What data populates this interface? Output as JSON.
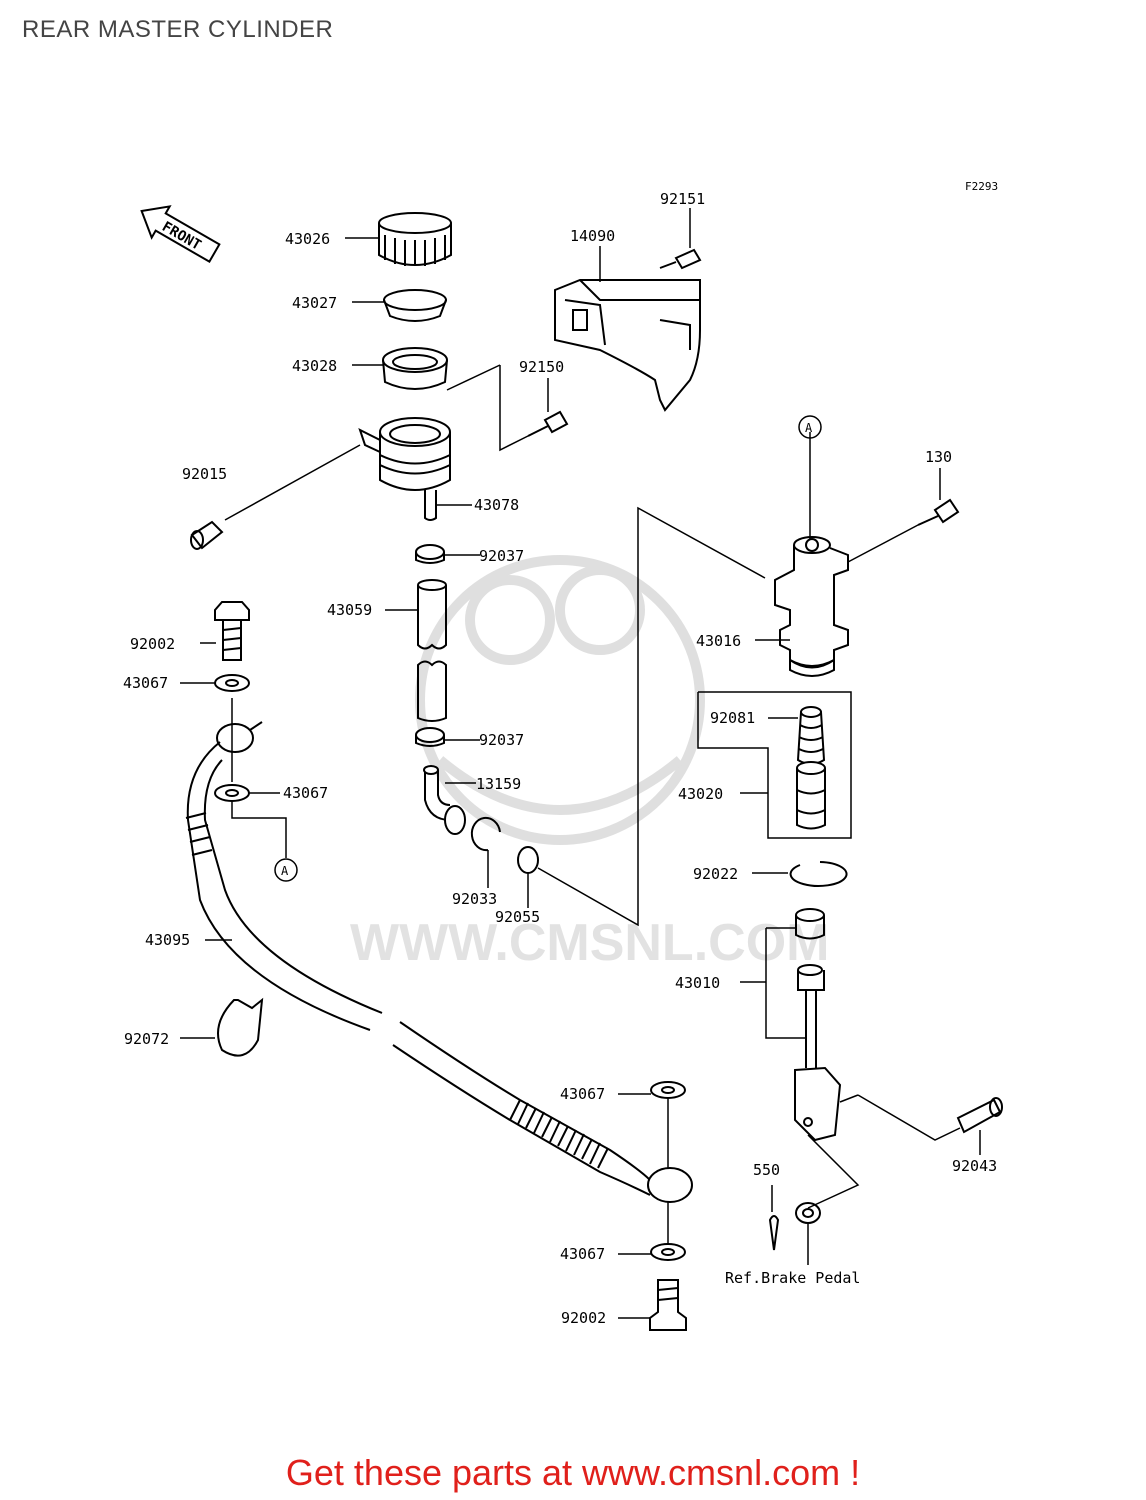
{
  "page": {
    "title": "REAR MASTER CYLINDER",
    "figure_code": "F2293",
    "footer_link": "Get these parts at www.cmsnl.com !",
    "watermark": "WWW.CMSNL.COM",
    "front_label": "FRONT",
    "ref_label": "Ref.Brake Pedal",
    "ref_marker": "A"
  },
  "parts": {
    "p43026": "43026",
    "p43027": "43027",
    "p43028": "43028",
    "p92015": "92015",
    "p14090": "14090",
    "p92151": "92151",
    "p92150": "92150",
    "p43078": "43078",
    "p92037a": "92037",
    "p43059": "43059",
    "p92037b": "92037",
    "p13159": "13159",
    "p92033": "92033",
    "p92055": "92055",
    "p130": "130",
    "p43016": "43016",
    "p92081": "92081",
    "p43020": "43020",
    "p92022": "92022",
    "p43010": "43010",
    "p92002a": "92002",
    "p43067a": "43067",
    "p43067b": "43067",
    "p43095": "43095",
    "p92072": "92072",
    "p43067c": "43067",
    "p43067d": "43067",
    "p92002b": "92002",
    "p550": "550",
    "p92043": "92043"
  },
  "colors": {
    "line": "#000000",
    "watermark": "#dcdcdc",
    "link": "#e0201b",
    "title": "#444444"
  }
}
